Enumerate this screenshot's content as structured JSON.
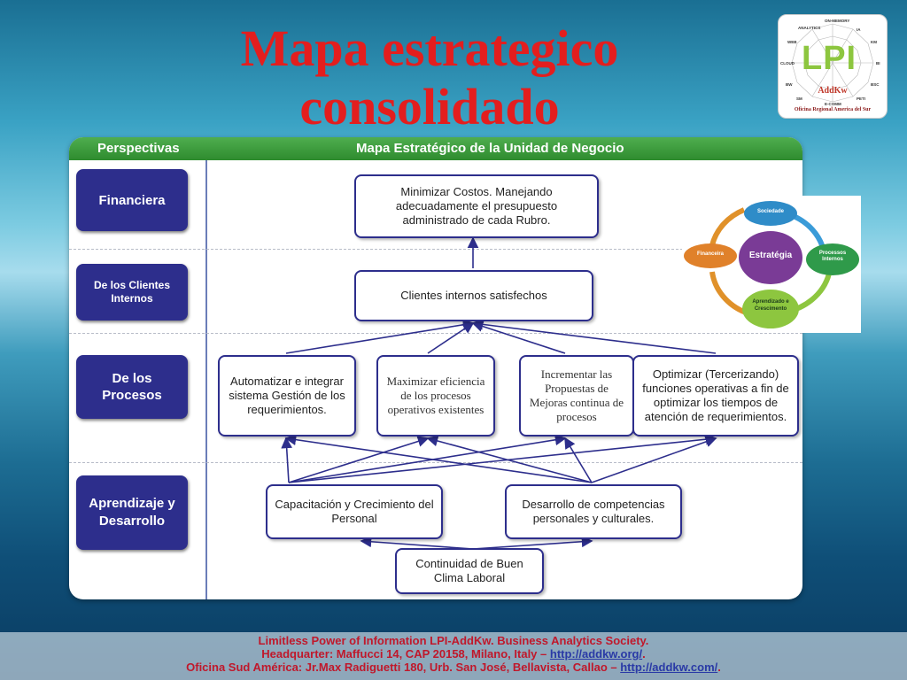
{
  "title_lines": [
    "Mapa estrategico",
    "consolidado"
  ],
  "logo": {
    "letters": "LPI",
    "brand": "AddKw",
    "office": "Oficina Regional America del Sur",
    "labels": [
      "ON-MEMORY",
      "IA",
      "KM",
      "BI",
      "BSC",
      "PETI",
      "E-COMM",
      "SM",
      "BW",
      "CLOUD",
      "WEB",
      "ANALYTICS"
    ]
  },
  "panel": {
    "header_left": "Perspectivas",
    "header_right": "Mapa Estratégico de la Unidad de Negocio",
    "perspectives": [
      "Financiera",
      "De los Clientes Internos",
      "De los Procesos",
      "Aprendizaje y Desarrollo"
    ],
    "nodes": {
      "minimizar": "Minimizar Costos. Manejando adecuadamente el presupuesto administrado de cada Rubro.",
      "clientes": "Clientes internos satisfechos",
      "automatizar": "Automatizar e integrar sistema Gestión de los requerimientos.",
      "maximizar": "Maximizar eficiencia de los procesos operativos existentes",
      "incrementar": "Incrementar las Propuestas de Mejoras continua de procesos",
      "optimizar": "Optimizar (Tercerizando) funciones operativas a fin de optimizar los tiempos de atención de requerimientos.",
      "capacitacion": "Capacitación y Crecimiento del Personal",
      "desarrollo": "Desarrollo de competencias personales y culturales.",
      "continuidad": "Continuidad de Buen Clima Laboral"
    }
  },
  "cycle": {
    "center": "Estratégia",
    "sociedade": "Sociedade",
    "processos": "Processos Internos",
    "aprendizado": "Aprendizado e Crescimento",
    "financeira": "Financeira"
  },
  "footer": {
    "line1": "Limitless Power of Information LPI-AddKw. Business Analytics Society.",
    "line2_text": "Headquarter: Maffucci 14, CAP 20158, Milano, Italy – ",
    "line2_link": "http://addkw.org/",
    "line3_text": "Oficina Sud América: Jr.Max Radiguetti 180, Urb. San José, Bellavista, Callao – ",
    "line3_link": "http://addkw.com/"
  },
  "colors": {
    "title": "#e31e1e",
    "perspective_box": "#2d2e8c",
    "header_green": "#2e8b2e",
    "footer_text": "#c0182b"
  }
}
